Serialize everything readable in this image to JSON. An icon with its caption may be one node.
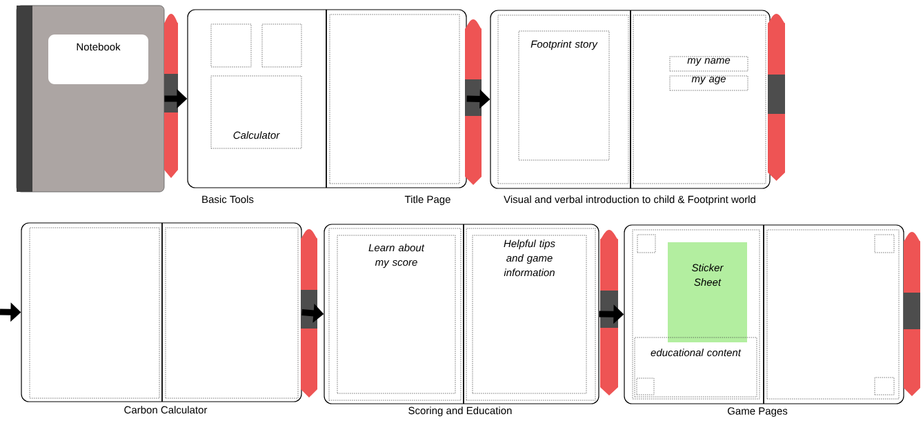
{
  "diagram": {
    "nodes": [
      {
        "text": [],
        "shape": "box"
      },
      {
        "text": [
          "Notebook"
        ],
        "in": 0
      },
      {
        "text": [],
        "shape": "box",
        "beside": [
          "Basic Tools",
          "Title Page"
        ]
      },
      {
        "text": [],
        "shape": "box",
        "in": 2
      },
      {
        "text": [],
        "shape": "box",
        "in": 2
      },
      {
        "text": [
          "Calculator"
        ],
        "in": 2
      },
      {
        "text": [],
        "shape": "box",
        "in": 2
      },
      {
        "text": [],
        "shape": "box",
        "beside": [
          "Visual and verbal introduction to child & Footprint world"
        ]
      },
      {
        "text": [],
        "shape": "box",
        "in": 7
      },
      {
        "text": [
          "Footprint story"
        ],
        "in": 8
      },
      {
        "text": [],
        "shape": "box",
        "in": 7
      },
      {
        "text": [
          "my name"
        ],
        "in": 10
      },
      {
        "text": [
          "my age"
        ],
        "in": 10
      },
      {
        "text": [],
        "shape": "box",
        "beside": [
          "Carbon Calculator"
        ]
      },
      {
        "text": [],
        "shape": "box",
        "in": 13
      },
      {
        "text": [],
        "shape": "box",
        "in": 13
      },
      {
        "text": [],
        "shape": "box",
        "beside": [
          "Scoring and Education"
        ]
      },
      {
        "text": [],
        "shape": "box",
        "in": 16
      },
      {
        "text": [
          "Learn about my score"
        ],
        "in": 17
      },
      {
        "text": [],
        "shape": "box",
        "in": 16
      },
      {
        "text": [
          "Helpful tips and game information"
        ],
        "in": 19
      },
      {
        "text": [],
        "shape": "box",
        "beside": [
          "Game Pages"
        ]
      },
      {
        "text": [],
        "shape": "box",
        "in": 21
      },
      {
        "text": [],
        "shape": "box",
        "in": 22
      },
      {
        "text": [
          "Sticker Sheet"
        ],
        "in": 22
      },
      {
        "text": [
          "educational content"
        ],
        "in": 22
      },
      {
        "text": [],
        "shape": "box",
        "in": 25
      },
      {
        "text": [],
        "shape": "box",
        "in": 21
      },
      {
        "text": [],
        "shape": "box",
        "in": 27
      },
      {
        "text": [],
        "shape": "box",
        "in": 27
      }
    ],
    "edges": [
      {
        "from": 0,
        "to": 2,
        "arrow": "to"
      },
      {
        "from": 2,
        "to": 7,
        "arrow": "to"
      },
      {
        "from": null,
        "to": 13,
        "arrow": "to"
      },
      {
        "from": 13,
        "to": 16,
        "arrow": "to"
      },
      {
        "from": 16,
        "to": 21,
        "arrow": "to"
      }
    ]
  }
}
